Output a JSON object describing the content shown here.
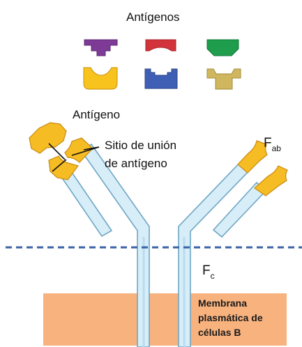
{
  "antigens_title": "Antígenos",
  "antigen_label": "Antígeno",
  "binding_site_line1": "Sitio de unión",
  "binding_site_line2": "de antígeno",
  "fab_main": "F",
  "fab_sub": "ab",
  "fc_main": "F",
  "fc_sub": "c",
  "membrane_line1": "Membrana",
  "membrane_line2": "plasmática de",
  "membrane_line3": "células B",
  "colors": {
    "antigen_purple": "#7d3a96",
    "antigen_red": "#d3343b",
    "antigen_green": "#1e9d4d",
    "antigen_yellow": "#f7c31c",
    "antigen_blue": "#3e5fb4",
    "antigen_khaki": "#cfb65f",
    "antibody_chain": "#d7edf8",
    "antibody_outline": "#6ea6c4",
    "fab_tip": "#f6bc23",
    "fab_outline": "#c98a10",
    "membrane": "#f8b27e",
    "dashed_line": "#3b63a7"
  }
}
